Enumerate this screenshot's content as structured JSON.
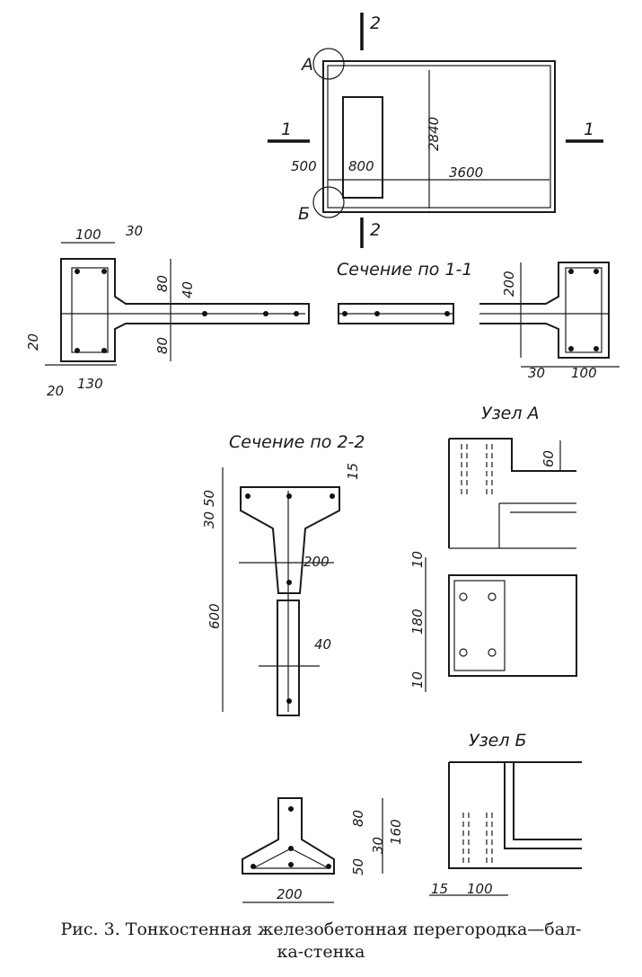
{
  "plan": {
    "cut_1_left": "1",
    "cut_1_right": "1",
    "cut_2_top": "2",
    "cut_2_bottom": "2",
    "node_a": "А",
    "node_b": "Б",
    "dim_height": "2840",
    "dim_length": "3600",
    "dim_opening": "800",
    "dim_offset": "500"
  },
  "section_1_1": {
    "title": "Сечение по 1-1",
    "left_dims": {
      "w100": "100",
      "w30": "30",
      "h80_top": "80",
      "t40": "40",
      "h80_bottom": "80",
      "d20_v": "20",
      "d20_h": "20",
      "w130": "130"
    },
    "right_dims": {
      "h200": "200",
      "w30": "30",
      "w100": "100"
    }
  },
  "section_2_2": {
    "title": "Сечение по 2-2",
    "dims": {
      "d30": "30",
      "d50": "50",
      "d15": "15",
      "w200": "200",
      "h600": "600",
      "t40": "40"
    }
  },
  "node_a_detail": {
    "title": "Узел А",
    "dims": {
      "h60": "60",
      "d10_top": "10",
      "h180": "180",
      "d10_bottom": "10"
    }
  },
  "node_b_detail": {
    "title": "Узел Б",
    "dims": {
      "d15": "15",
      "w100": "100"
    }
  },
  "base_section": {
    "dims": {
      "h80": "80",
      "d30": "30",
      "h50": "50",
      "h160": "160",
      "w200": "200"
    }
  },
  "caption": {
    "line1": "Рис. 3. Тонкостенная железобетонная перегородка—бал-",
    "line2": "ка-стенка"
  }
}
